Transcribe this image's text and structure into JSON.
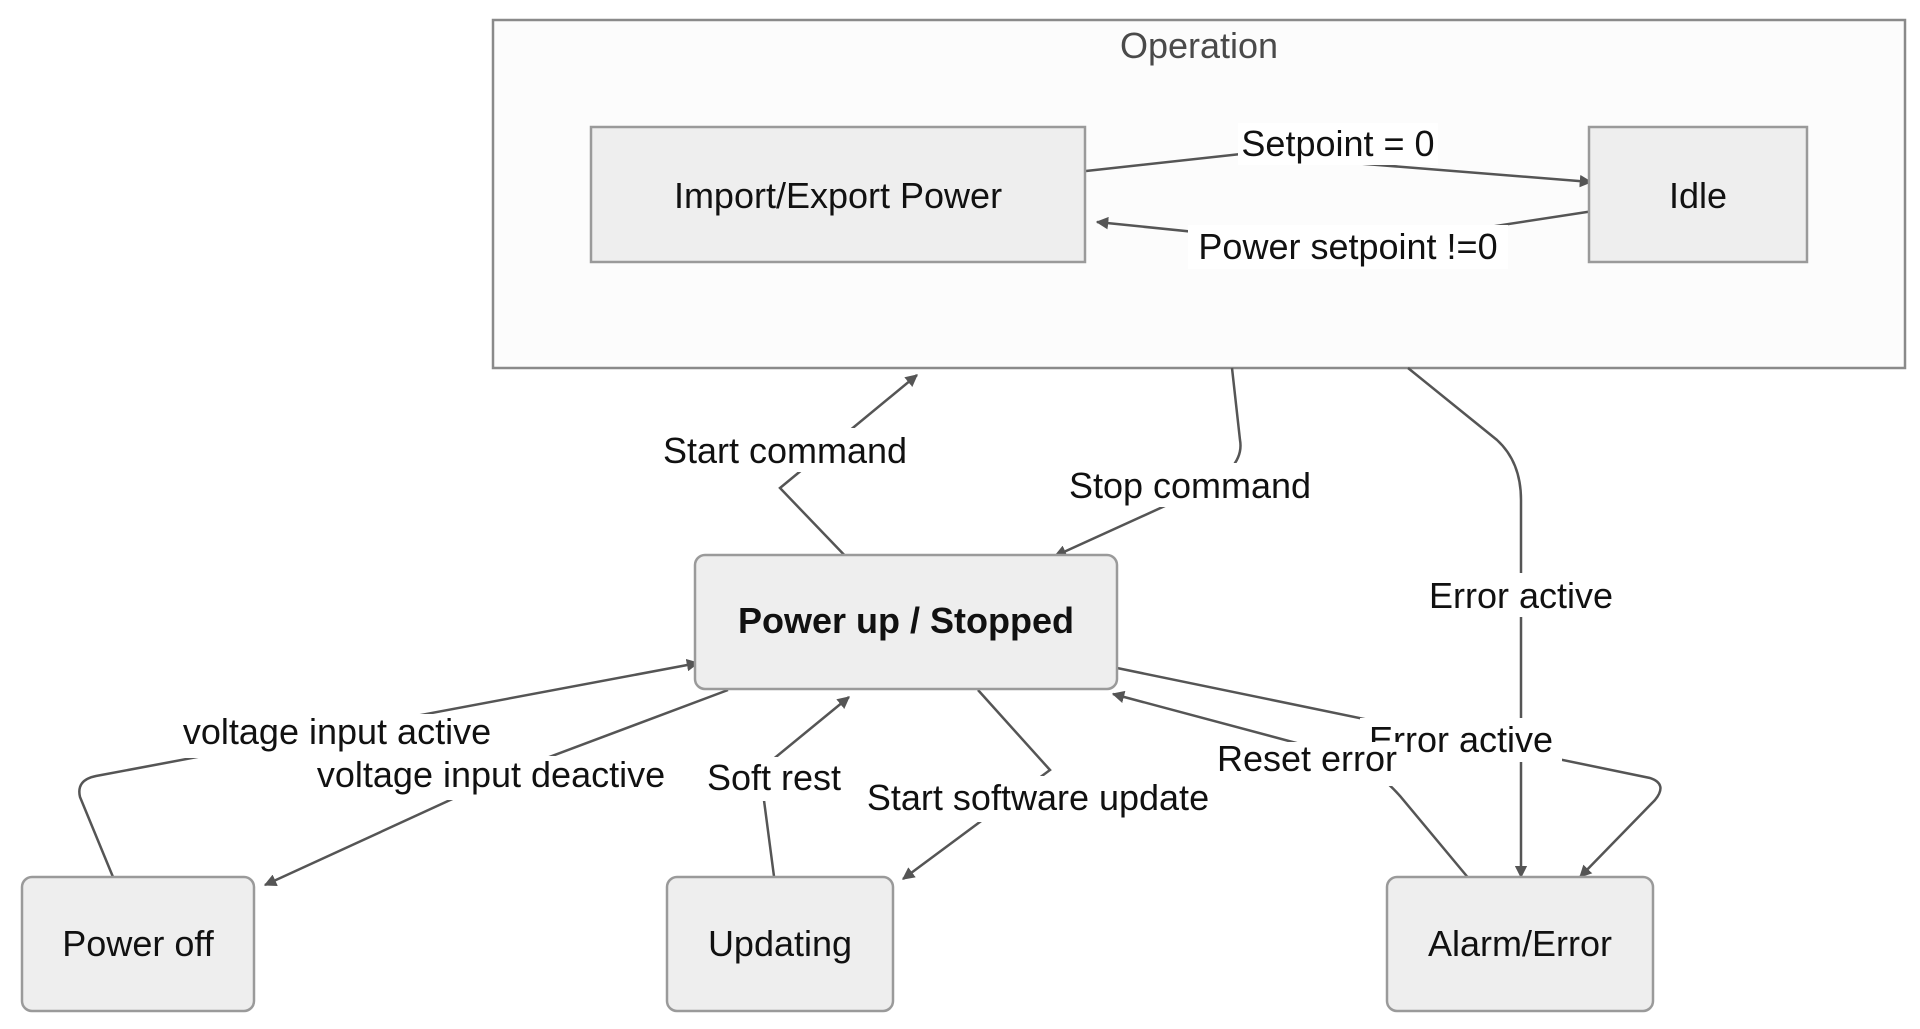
{
  "cluster": {
    "title": "Operation"
  },
  "nodes": {
    "import_export": {
      "label": "Import/Export Power"
    },
    "idle": {
      "label": "Idle"
    },
    "power_up": {
      "label": "Power up / Stopped"
    },
    "power_off": {
      "label": "Power off"
    },
    "updating": {
      "label": "Updating"
    },
    "alarm": {
      "label": "Alarm/Error"
    }
  },
  "edges": {
    "setpoint_zero": {
      "label": "Setpoint = 0"
    },
    "power_setpoint": {
      "label": "Power setpoint !=0"
    },
    "start_command": {
      "label": "Start command"
    },
    "stop_command": {
      "label": "Stop command"
    },
    "error_active_op": {
      "label": "Error active"
    },
    "error_active_power": {
      "label": "Error active"
    },
    "reset_error": {
      "label": "Reset error"
    },
    "voltage_active": {
      "label": "voltage input active"
    },
    "voltage_deactive": {
      "label": "voltage input deactive"
    },
    "soft_rest": {
      "label": "Soft rest"
    },
    "start_update": {
      "label": "Start software update"
    }
  },
  "colors": {
    "node_fill": "#eeeeee",
    "node_stroke": "#9a9a9a",
    "edge": "#555555"
  }
}
